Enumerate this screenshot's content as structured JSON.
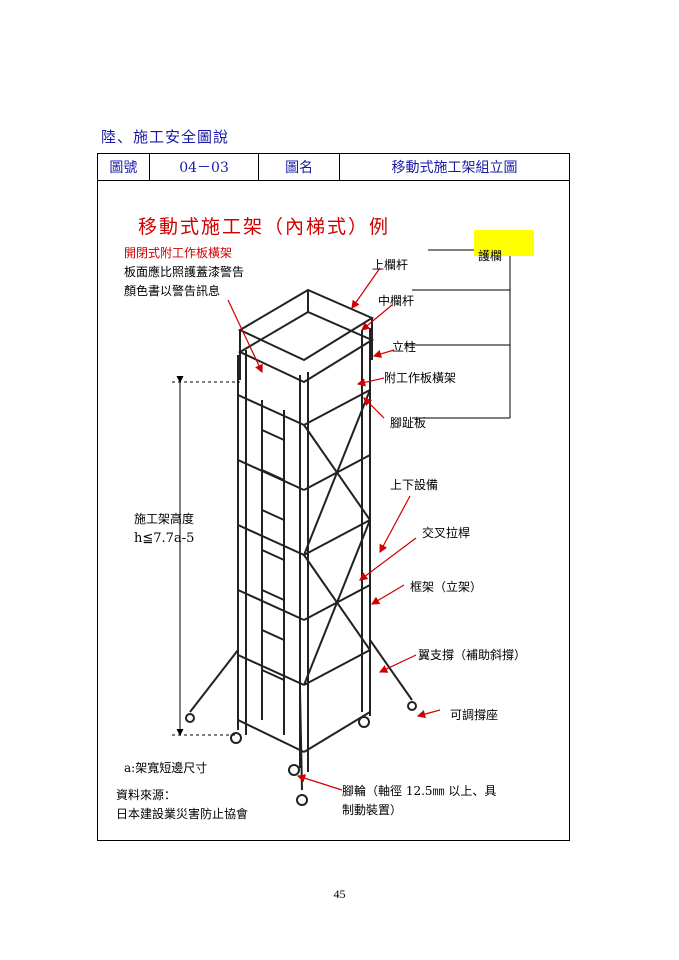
{
  "section_title": "陸、施工安全圖說",
  "header": {
    "no_label": "圖號",
    "no_value": "04－03",
    "name_label": "圖名",
    "name_value": "移動式施工架組立圖"
  },
  "diagram": {
    "title": "移動式施工架（內梯式）例",
    "red_note": "開閉式附工作板橫架",
    "note_lines": [
      "板面應比照護蓋漆警告",
      "顏色書以警告訊息"
    ],
    "height_label": "施工架高度",
    "height_formula": "h≦7.7a-5",
    "width_note": "a:架寬短邊尺寸",
    "source_lines": [
      "資料來源：",
      "日本建設業災害防止協會"
    ],
    "labels": {
      "guardrail": "護欄",
      "top_rail": "上欄杆",
      "mid_rail": "中欄杆",
      "post": "立柱",
      "work_platform": "附工作板橫架",
      "toe_board": "腳趾板",
      "access": "上下設備",
      "cross_brace": "交叉拉桿",
      "frame": "框架（立架）",
      "outrigger": "翼支撐（補助斜撐）",
      "adjustable_base": "可調撐座",
      "caster_line1": "腳輪（軸徑 12.5㎜ 以上、具",
      "caster_line2": "制動裝置）"
    },
    "accent_color": "#d00000",
    "title_color": "#1a1aa8",
    "highlight_color": "#ffff00"
  },
  "page_number": "45"
}
